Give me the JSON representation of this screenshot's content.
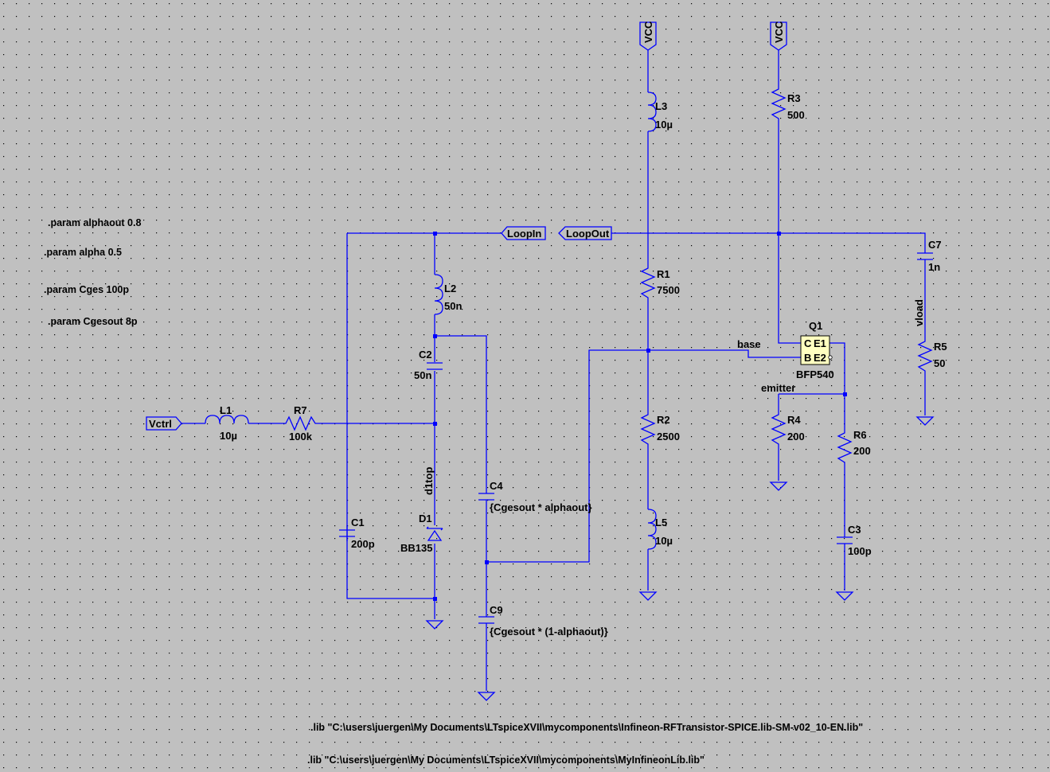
{
  "directives": {
    "param_alphaout": ".param alphaout 0.8",
    "param_alpha": ".param alpha 0.5",
    "param_cges": ".param Cges 100p",
    "param_cgesout": ".param Cgesout 8p",
    "lib1": ".lib \"C:\\users\\juergen\\My Documents\\LTspiceXVII\\mycomponents\\Infineon-RFTransistor-SPICE.lib-SM-v02_10-EN.lib\"",
    "lib2": ".lib \"C:\\users\\juergen\\My Documents\\LTspiceXVII\\mycomponents\\MyInfineonLib.lib\""
  },
  "ports": {
    "vcc1": "VCC",
    "vcc2": "VCC",
    "loopin": "LoopIn",
    "loopout": "LoopOut",
    "vctrl": "Vctrl"
  },
  "nets": {
    "base": "base",
    "emitter": "emitter",
    "vload": "vload",
    "d1top": "d1top"
  },
  "components": {
    "L1": {
      "name": "L1",
      "value": "10µ"
    },
    "R7": {
      "name": "R7",
      "value": "100k"
    },
    "L2": {
      "name": "L2",
      "value": "50n"
    },
    "C2": {
      "name": "C2",
      "value": "50n"
    },
    "C1": {
      "name": "C1",
      "value": "200p"
    },
    "D1": {
      "name": "D1",
      "value": "BB135"
    },
    "C4": {
      "name": "C4",
      "value": "{Cgesout * alphaout}"
    },
    "C9": {
      "name": "C9",
      "value": "{Cgesout * (1-alphaout)}"
    },
    "L3": {
      "name": "L3",
      "value": "10µ"
    },
    "R1": {
      "name": "R1",
      "value": "7500"
    },
    "R2": {
      "name": "R2",
      "value": "2500"
    },
    "L5": {
      "name": "L5",
      "value": "10µ"
    },
    "R3": {
      "name": "R3",
      "value": "500"
    },
    "Q1": {
      "name": "Q1",
      "value": "BFP540",
      "pin_c": "C",
      "pin_e1": "E1",
      "pin_b": "B",
      "pin_e2": "E2"
    },
    "R4": {
      "name": "R4",
      "value": "200"
    },
    "R6": {
      "name": "R6",
      "value": "200"
    },
    "C3": {
      "name": "C3",
      "value": "100p"
    },
    "C7": {
      "name": "C7",
      "value": "1n"
    },
    "R5": {
      "name": "R5",
      "value": "50"
    }
  },
  "colors": {
    "background": "#c0c0c0",
    "grid_dot": "#000000",
    "wire": "#0000ff",
    "component_fill": "#ffffc0"
  }
}
